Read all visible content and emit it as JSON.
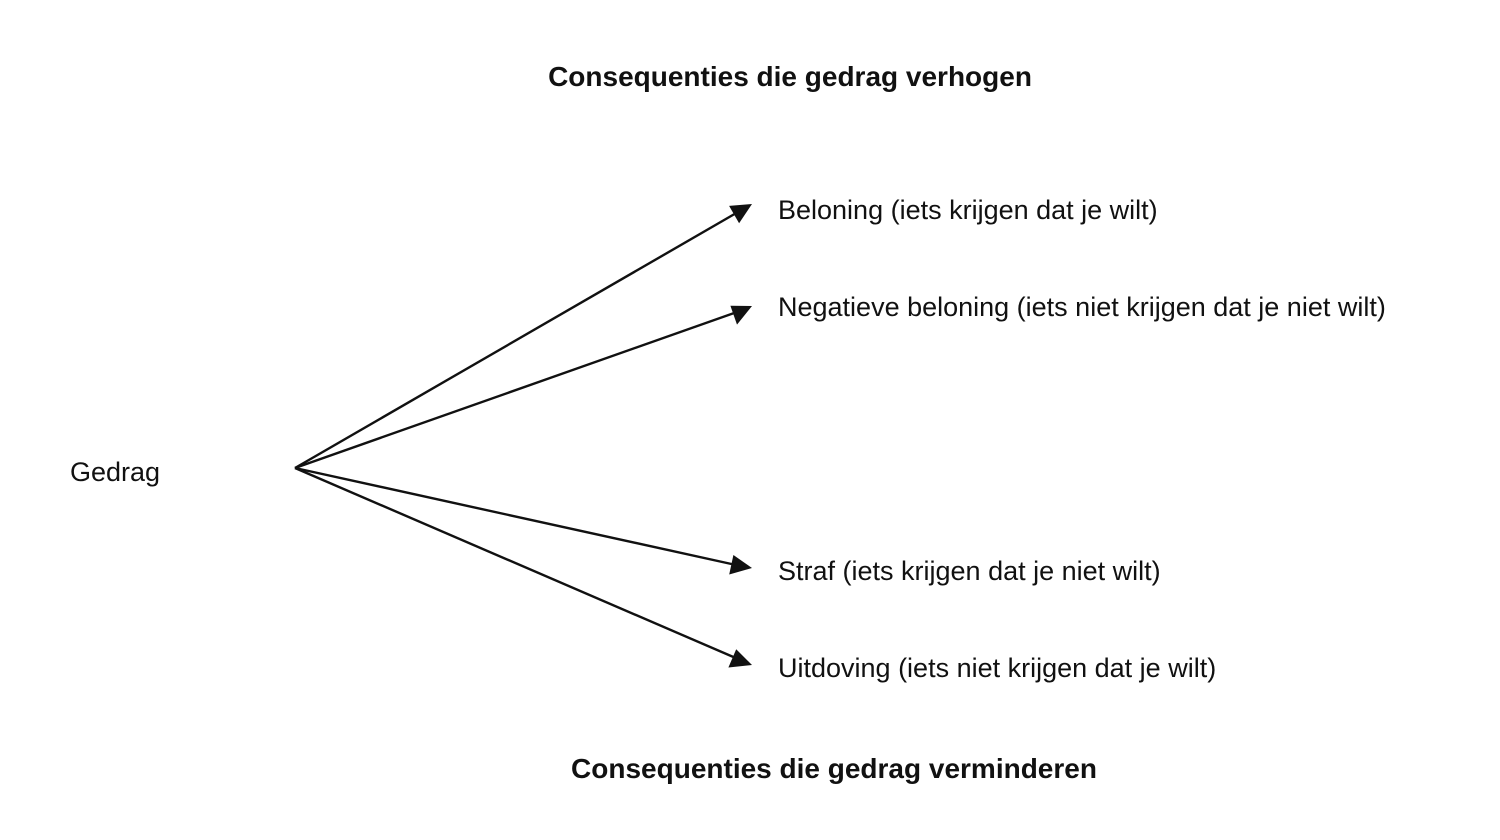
{
  "headings": {
    "top": "Consequenties die gedrag verhogen",
    "bottom": "Consequenties die gedrag verminderen"
  },
  "source": {
    "label": "Gedrag"
  },
  "targets": [
    {
      "label": "Beloning (iets krijgen dat je wilt)"
    },
    {
      "label": "Negatieve beloning (iets niet krijgen dat je niet wilt)"
    },
    {
      "label": "Straf (iets krijgen dat je niet wilt)"
    },
    {
      "label": "Uitdoving (iets niet krijgen dat je wilt)"
    }
  ],
  "colors": {
    "text": "#111111",
    "arrow": "#111111",
    "background": "#ffffff"
  }
}
